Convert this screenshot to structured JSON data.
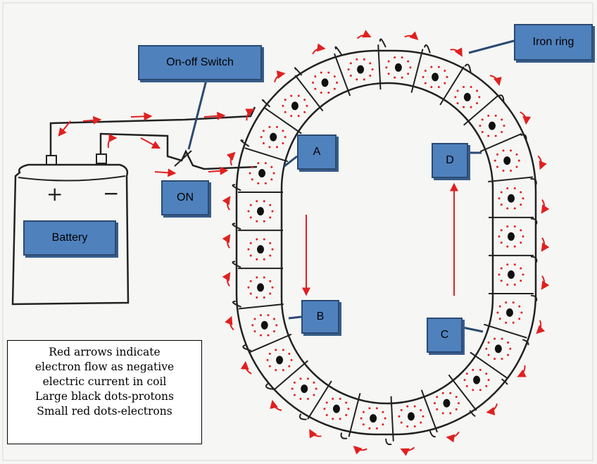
{
  "labels": {
    "switch": "On-off Switch",
    "on": "ON",
    "battery": "Battery",
    "iron_ring": "Iron ring",
    "a": "A",
    "b": "B",
    "c": "C",
    "d": "D"
  },
  "battery_terminals": {
    "plus": "+",
    "minus": "−"
  },
  "legend": {
    "lines": [
      "Red arrows indicate",
      "electron flow as negative",
      "electric current in coil",
      "Large black dots-protons",
      "Small red dots-electrons"
    ]
  },
  "colors": {
    "label_fill": "#4f81bd",
    "label_border": "#2b4a72",
    "arrow": "#e02020",
    "ink": "#222222",
    "proton": "#111111",
    "electron": "#e02020"
  }
}
